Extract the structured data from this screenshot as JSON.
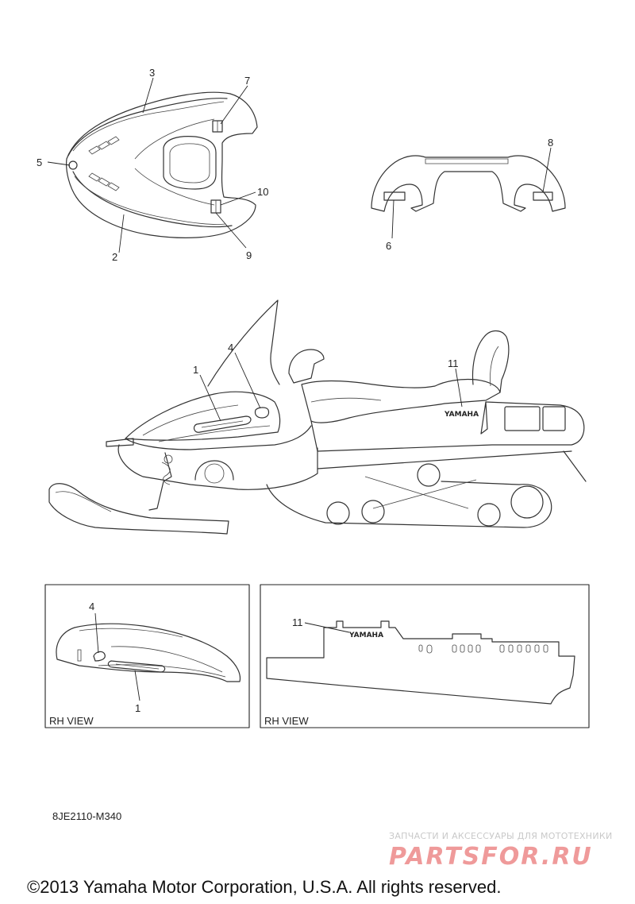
{
  "callouts": {
    "c1": "1",
    "c2": "2",
    "c3": "3",
    "c4": "4",
    "c5": "5",
    "c6": "6",
    "c7": "7",
    "c8": "8",
    "c9": "9",
    "c10": "10",
    "c11": "11"
  },
  "brand_text": "YAMAHA",
  "box_left_caption": "RH VIEW",
  "box_right_caption": "RH VIEW",
  "reference_code": "8JE2110-M340",
  "watermark_top": "ЗАПЧАСТИ И АКСЕССУАРЫ ДЛЯ МОТОТЕХНИКИ",
  "watermark_logo": "PARTSFOR.RU",
  "copyright": "©2013 Yamaha Motor Corporation, U.S.A. All rights reserved.",
  "colors": {
    "line": "#333333",
    "watermark_red": "#ef9a9a",
    "watermark_gray": "#c9c9c9"
  }
}
